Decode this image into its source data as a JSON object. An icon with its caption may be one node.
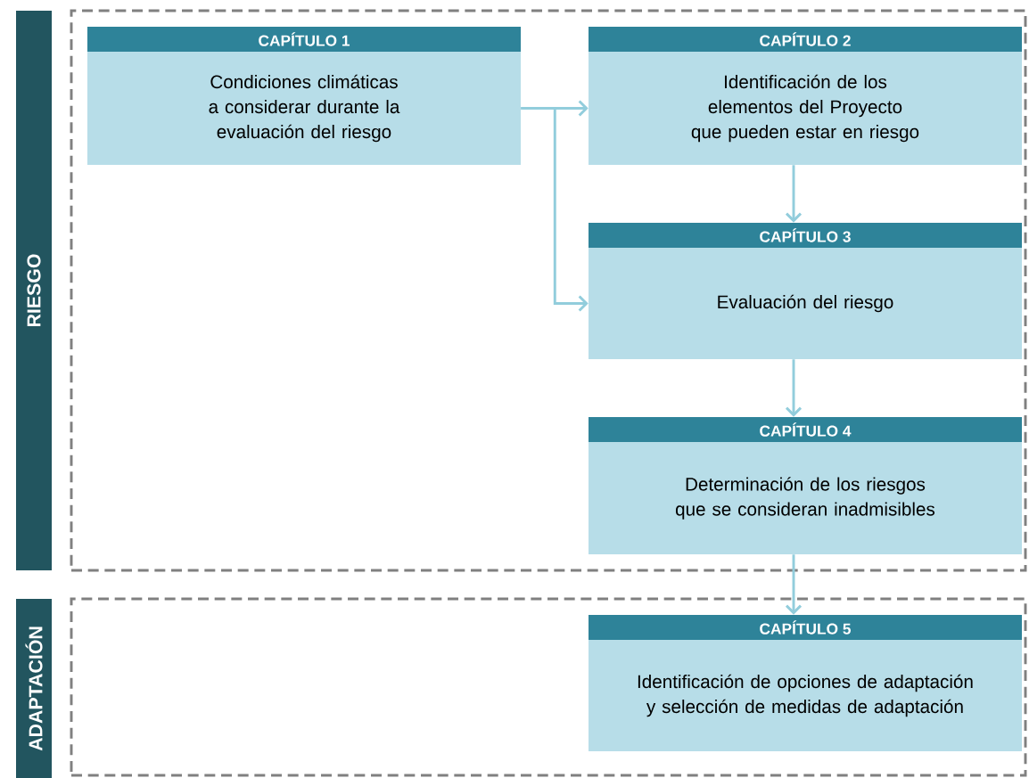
{
  "diagram": {
    "nodes": [
      {
        "text": [
          "RIESGO"
        ]
      },
      {
        "text": [],
        "shape": "box"
      },
      {
        "text": [
          "CAPÍTULO 1",
          "Condiciones climáticas a considerar durante la evaluación del riesgo"
        ],
        "in": 1
      },
      {
        "text": [
          "CAPÍTULO 2",
          "Identificación de los elementos del Proyecto que pueden estar en riesgo"
        ],
        "in": 1
      },
      {
        "text": [
          "CAPÍTULO 3",
          "Evaluación del riesgo"
        ],
        "in": 1
      },
      {
        "text": [
          "CAPÍTULO 4",
          "Determinación de los riesgos que se consideran inadmisibles"
        ],
        "in": 1
      },
      {
        "text": [
          "ADAPTACIÓN"
        ]
      },
      {
        "text": [],
        "shape": "box"
      },
      {
        "text": [
          "CAPÍTULO 5",
          "Identificación de opciones de adaptación y selección de medidas de adaptación"
        ],
        "in": 7
      }
    ],
    "edges": [
      {
        "from": 2,
        "to": 3,
        "arrow": "to"
      },
      {
        "from": 2,
        "to": 4,
        "arrow": "to"
      },
      {
        "from": 3,
        "to": 4,
        "arrow": "to"
      },
      {
        "from": 4,
        "to": 5,
        "arrow": "to"
      },
      {
        "from": 5,
        "to": 8,
        "arrow": "to"
      }
    ]
  }
}
